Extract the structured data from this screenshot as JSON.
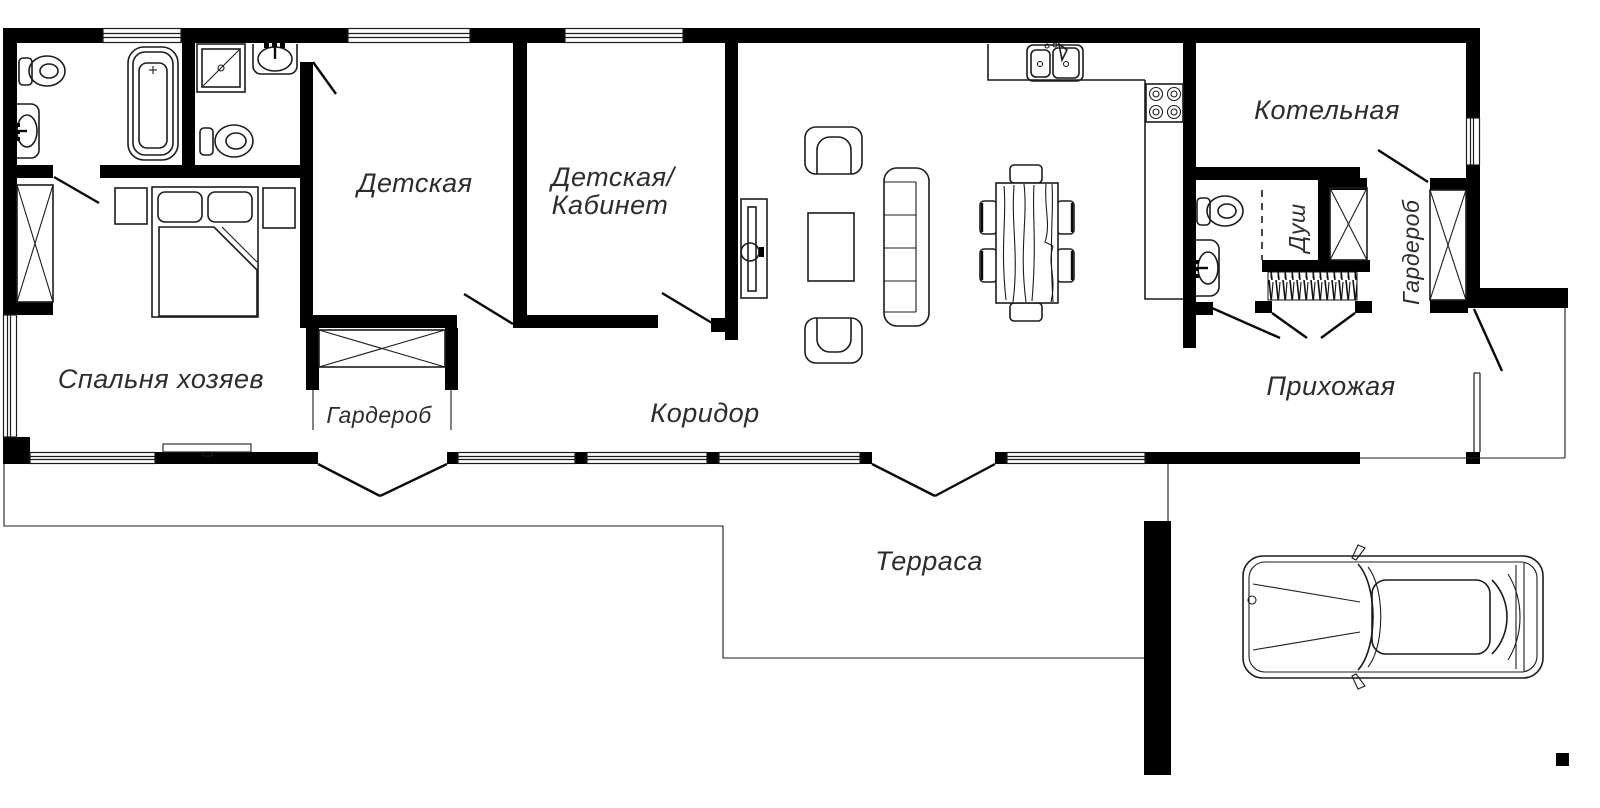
{
  "plan": {
    "rooms": {
      "master_bedroom": "Спальня хозяев",
      "bedroom_wardrobe": "Гардероб",
      "kids_room": "Детская",
      "kids_office": {
        "line1": "Детская/",
        "line2": "Кабинет"
      },
      "corridor": "Коридор",
      "boiler_room": "Котельная",
      "shower": "Душ",
      "hall_wardrobe": "Гардероб",
      "hallway": "Прихожая",
      "terrace": "Терраса"
    },
    "fixtures": [
      "toilet",
      "vanity-sink",
      "bathtub",
      "shower-cabin",
      "double-bed",
      "nightstand",
      "wardrobe-cross-box",
      "tv-stand",
      "tv-panel",
      "armchair",
      "coffee-table",
      "sofa",
      "dining-table",
      "dining-chair",
      "kitchen-counter",
      "kitchen-double-sink",
      "stove-4-burners",
      "coat-rack",
      "entrance-door",
      "terrace-pillar",
      "car"
    ],
    "colors": {
      "walls": "#000000",
      "lines": "#1c1c1c",
      "labels": "#2d2d2d",
      "background": "#ffffff"
    }
  }
}
